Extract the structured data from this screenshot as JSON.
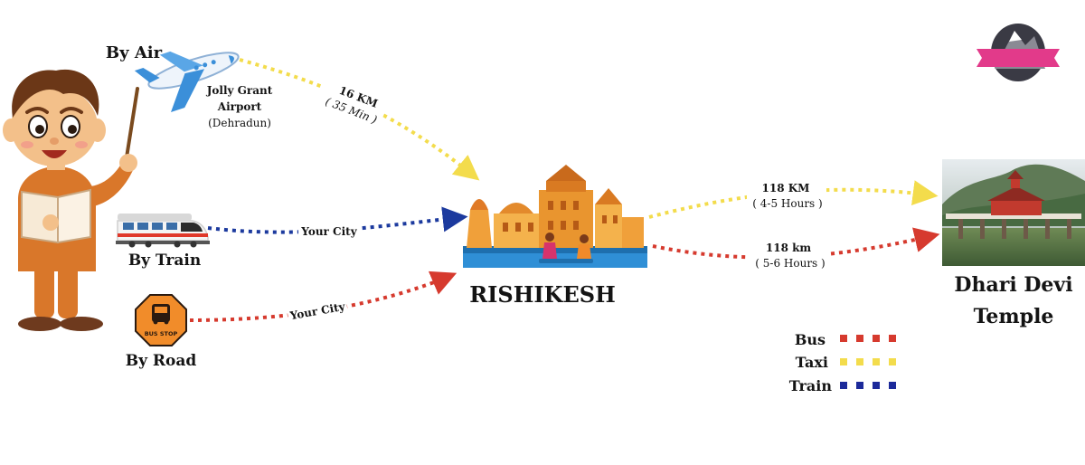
{
  "modes": {
    "air": {
      "label": "By Air"
    },
    "train": {
      "label": "By Train"
    },
    "road": {
      "label": "By Road",
      "sign_text": "BUS STOP"
    }
  },
  "airport": {
    "line1": "Jolly Grant",
    "line2": "Airport",
    "line3": "(Dehradun)"
  },
  "routes": {
    "air_to_rishikesh": {
      "distance": "16 KM",
      "time": "( 35 Min )"
    },
    "train_to_rishikesh": {
      "text": "Your City"
    },
    "road_to_rishikesh": {
      "text": "Your City"
    },
    "taxi_to_temple": {
      "distance": "118 KM",
      "time": "( 4-5 Hours )"
    },
    "bus_to_temple": {
      "distance": "118 km",
      "time": "( 5-6 Hours )"
    }
  },
  "hub": {
    "name": "RISHIKESH"
  },
  "destination": {
    "line1": "Dhari Devi",
    "line2": "Temple"
  },
  "legend": {
    "items": [
      {
        "label": "Bus",
        "color": "#d63a2e"
      },
      {
        "label": "Taxi",
        "color": "#f3dc4c"
      },
      {
        "label": "Train",
        "color": "#1c2a9a"
      }
    ]
  },
  "colors": {
    "bus": "#d63a2e",
    "taxi": "#f3dc4c",
    "train": "#1c3a9e",
    "bus_stop_sign": "#f18c2a",
    "ghat": "#f0a03a"
  },
  "icons": {
    "teacher": "boy-teacher-with-pointer",
    "plane": "airplane-icon",
    "train": "train-icon",
    "bus_stop": "bus-stop-sign-icon",
    "hub": "rishikesh-ghat-illustration",
    "temple": "temple-photo",
    "logo": "mountain-logo"
  }
}
